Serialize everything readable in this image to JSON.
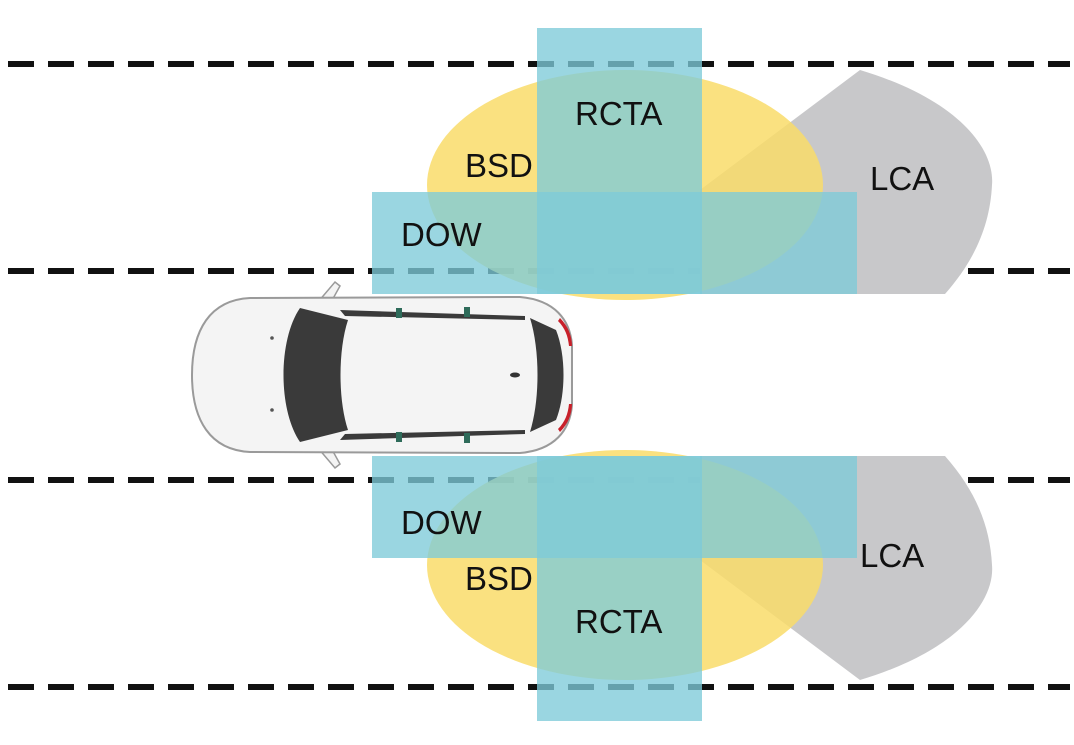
{
  "colors": {
    "lane_line": "#111111",
    "bsd": "#F9DC6A",
    "dow_rcta": "#7ECBD9",
    "lca": "#C8C8CA",
    "car_body": "#F4F4F4",
    "car_glass": "#3A3A3A",
    "car_outline": "#9A9A9A",
    "tail_light": "#C8202A",
    "label": "#111111"
  },
  "labels": {
    "top": {
      "rcta": "RCTA",
      "bsd": "BSD",
      "dow": "DOW",
      "lca": "LCA"
    },
    "bottom": {
      "rcta": "RCTA",
      "bsd": "BSD",
      "dow": "DOW",
      "lca": "LCA"
    }
  },
  "icons": {
    "vehicle": "car-top-view-icon"
  }
}
